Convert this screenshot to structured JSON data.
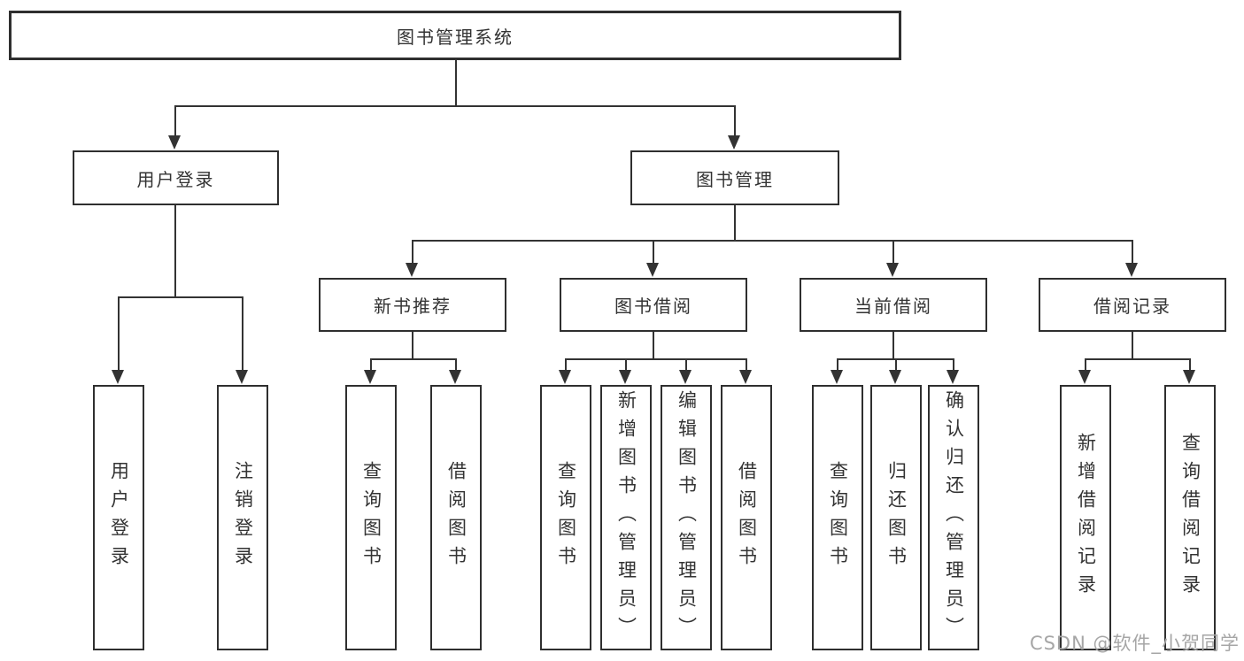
{
  "colors": {
    "background": "#ffffff",
    "line": "#333333",
    "box_border": "#2f2f2f",
    "text": "#333333",
    "watermark": "#a6a6a6"
  },
  "root": {
    "label": "图书管理系统"
  },
  "level2": {
    "user_login": {
      "label": "用户登录"
    },
    "book_mgmt": {
      "label": "图书管理"
    }
  },
  "level3": {
    "new_book": {
      "label": "新书推荐"
    },
    "borrow": {
      "label": "图书借阅"
    },
    "current": {
      "label": "当前借阅"
    },
    "record": {
      "label": "借阅记录"
    }
  },
  "leaves": {
    "user_login": {
      "label": "用户登录"
    },
    "logout": {
      "label": "注销登录"
    },
    "nb_query": {
      "label": "查询图书"
    },
    "nb_borrow": {
      "label": "借阅图书"
    },
    "bb_query": {
      "label": "查询图书"
    },
    "bb_add": {
      "label": "新增图书（管理员）"
    },
    "bb_edit": {
      "label": "编辑图书（管理员）"
    },
    "bb_borrow": {
      "label": "借阅图书"
    },
    "cb_query": {
      "label": "查询图书"
    },
    "cb_return": {
      "label": "归还图书"
    },
    "cb_confirm": {
      "label": "确认归还（管理员）"
    },
    "br_add": {
      "label": "新增借阅记录"
    },
    "br_query": {
      "label": "查询借阅记录"
    }
  },
  "watermark": {
    "text": "CSDN @软件_小贺同学"
  }
}
